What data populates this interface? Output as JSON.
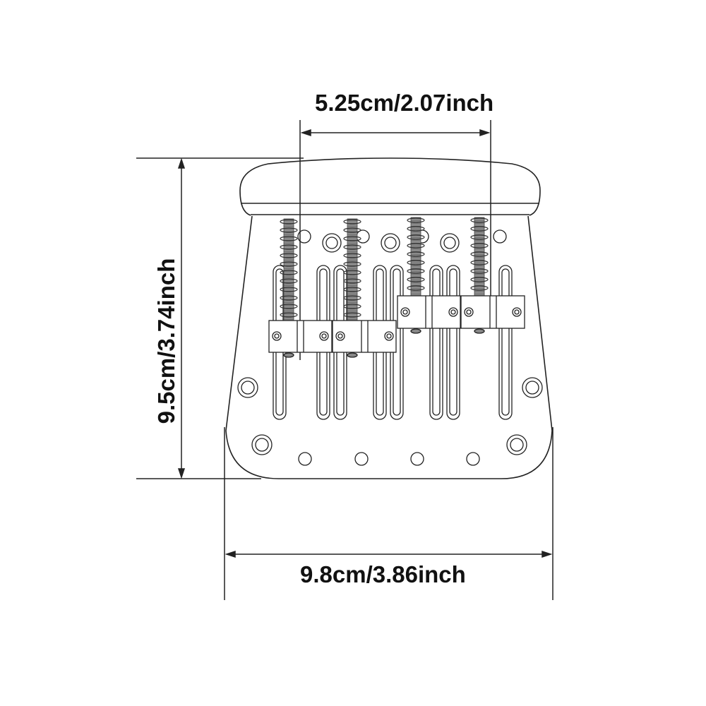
{
  "diagram": {
    "subject": "4-string bass bridge dimension drawing",
    "colors": {
      "line": "#222222",
      "saddle_screw_fill": "#888888",
      "background": "#ffffff"
    },
    "dimensions": {
      "top": {
        "label": "5.25cm/2.07inch",
        "description": "string spacing (outer saddles)"
      },
      "left": {
        "label": "9.5cm/3.74inch",
        "description": "overall length"
      },
      "bottom": {
        "label": "9.8cm/3.86inch",
        "description": "overall width"
      }
    },
    "parts": {
      "saddles": 4,
      "springs": 4,
      "mounting_holes_counterbored": 4,
      "string_through_holes": 4,
      "slots": 8
    }
  }
}
